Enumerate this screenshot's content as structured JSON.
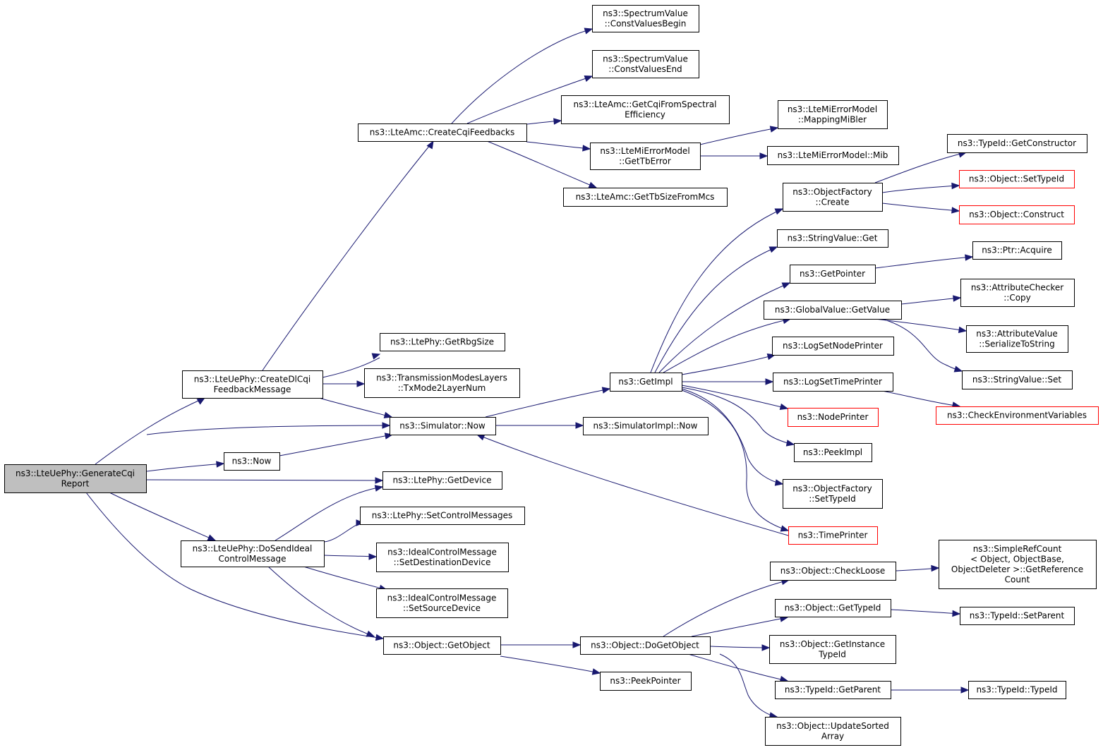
{
  "colors": {
    "edge": "#191970",
    "border": "#000000",
    "external_border": "#ff0000",
    "root_fill": "#bfbfbf",
    "fill": "#ffffff"
  },
  "nodes": {
    "root": {
      "lines": [
        "ns3::LteUePhy::GenerateCqi",
        "Report"
      ]
    },
    "createDl": {
      "lines": [
        "ns3::LteUePhy::CreateDlCqi",
        "FeedbackMessage"
      ]
    },
    "doSend": {
      "lines": [
        "ns3::LteUePhy::DoSendIdeal",
        "ControlMessage"
      ]
    },
    "createCqi": {
      "lines": [
        "ns3::LteAmc::CreateCqiFeedbacks"
      ]
    },
    "svBegin": {
      "lines": [
        "ns3::SpectrumValue",
        "::ConstValuesBegin"
      ]
    },
    "svEnd": {
      "lines": [
        "ns3::SpectrumValue",
        "::ConstValuesEnd"
      ]
    },
    "getCqiSpec": {
      "lines": [
        "ns3::LteAmc::GetCqiFromSpectral",
        "Efficiency"
      ]
    },
    "getTbError": {
      "lines": [
        "ns3::LteMiErrorModel",
        "::GetTbError"
      ]
    },
    "getTbSize": {
      "lines": [
        "ns3::LteAmc::GetTbSizeFromMcs"
      ]
    },
    "mappingMiBler": {
      "lines": [
        "ns3::LteMiErrorModel",
        "::MappingMiBler"
      ]
    },
    "mib": {
      "lines": [
        "ns3::LteMiErrorModel::Mib"
      ]
    },
    "getRbg": {
      "lines": [
        "ns3::LtePhy::GetRbgSize"
      ]
    },
    "txMode": {
      "lines": [
        "ns3::TransmissionModesLayers",
        "::TxMode2LayerNum"
      ]
    },
    "simNow": {
      "lines": [
        "ns3::Simulator::Now"
      ]
    },
    "now": {
      "lines": [
        "ns3::Now"
      ]
    },
    "getDevice": {
      "lines": [
        "ns3::LtePhy::GetDevice"
      ]
    },
    "setCtrl": {
      "lines": [
        "ns3::LtePhy::SetControlMessages"
      ]
    },
    "setDest": {
      "lines": [
        "ns3::IdealControlMessage",
        "::SetDestinationDevice"
      ]
    },
    "setSrc": {
      "lines": [
        "ns3::IdealControlMessage",
        "::SetSourceDevice"
      ]
    },
    "getObject": {
      "lines": [
        "ns3::Object::GetObject"
      ]
    },
    "getImpl": {
      "lines": [
        "ns3::GetImpl"
      ]
    },
    "simImplNow": {
      "lines": [
        "ns3::SimulatorImpl::Now"
      ]
    },
    "doGetObject": {
      "lines": [
        "ns3::Object::DoGetObject"
      ]
    },
    "peekPointer": {
      "lines": [
        "ns3::PeekPointer"
      ]
    },
    "ofCreate": {
      "lines": [
        "ns3::ObjectFactory",
        "::Create"
      ]
    },
    "svGet": {
      "lines": [
        "ns3::StringValue::Get"
      ]
    },
    "getPointer": {
      "lines": [
        "ns3::GetPointer"
      ]
    },
    "gvGetValue": {
      "lines": [
        "ns3::GlobalValue::GetValue"
      ]
    },
    "logNode": {
      "lines": [
        "ns3::LogSetNodePrinter"
      ]
    },
    "logTime": {
      "lines": [
        "ns3::LogSetTimePrinter"
      ]
    },
    "nodePrinter": {
      "lines": [
        "ns3::NodePrinter"
      ]
    },
    "peekImpl": {
      "lines": [
        "ns3::PeekImpl"
      ]
    },
    "ofSetTypeId": {
      "lines": [
        "ns3::ObjectFactory",
        "::SetTypeId"
      ]
    },
    "timePrinter": {
      "lines": [
        "ns3::TimePrinter"
      ]
    },
    "checkLoose": {
      "lines": [
        "ns3::Object::CheckLoose"
      ]
    },
    "objGetTypeId": {
      "lines": [
        "ns3::Object::GetTypeId"
      ]
    },
    "getInstTypeId": {
      "lines": [
        "ns3::Object::GetInstance",
        "TypeId"
      ]
    },
    "tidGetParent": {
      "lines": [
        "ns3::TypeId::GetParent"
      ]
    },
    "updateSorted": {
      "lines": [
        "ns3::Object::UpdateSorted",
        "Array"
      ]
    },
    "getCtor": {
      "lines": [
        "ns3::TypeId::GetConstructor"
      ]
    },
    "objSetTypeId": {
      "lines": [
        "ns3::Object::SetTypeId"
      ]
    },
    "objConstruct": {
      "lines": [
        "ns3::Object::Construct"
      ]
    },
    "ptrAcquire": {
      "lines": [
        "ns3::Ptr::Acquire"
      ]
    },
    "acCopy": {
      "lines": [
        "ns3::AttributeChecker",
        "::Copy"
      ]
    },
    "avSer": {
      "lines": [
        "ns3::AttributeValue",
        "::SerializeToString"
      ]
    },
    "svSet": {
      "lines": [
        "ns3::StringValue::Set"
      ]
    },
    "checkEnv": {
      "lines": [
        "ns3::CheckEnvironmentVariables"
      ]
    },
    "simpleRef": {
      "lines": [
        "ns3::SimpleRefCount",
        "< Object, ObjectBase,",
        "ObjectDeleter >::GetReference",
        "Count"
      ]
    },
    "tidSetParent": {
      "lines": [
        "ns3::TypeId::SetParent"
      ]
    },
    "tidTypeId": {
      "lines": [
        "ns3::TypeId::TypeId"
      ]
    }
  }
}
